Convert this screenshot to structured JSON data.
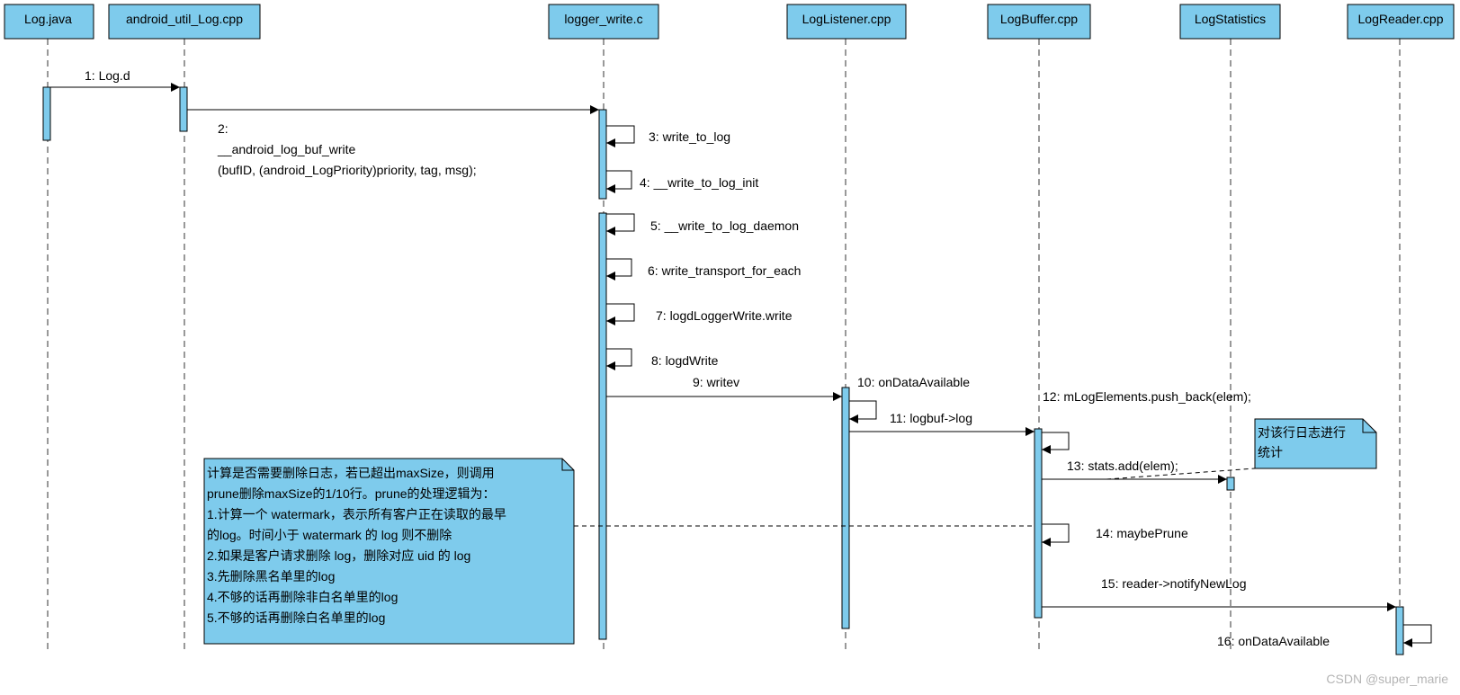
{
  "participants": [
    {
      "id": "log_java",
      "label": "Log.java"
    },
    {
      "id": "android_util_log",
      "label": "android_util_Log.cpp"
    },
    {
      "id": "logger_write",
      "label": "logger_write.c"
    },
    {
      "id": "log_listener",
      "label": "LogListener.cpp"
    },
    {
      "id": "log_buffer",
      "label": "LogBuffer.cpp"
    },
    {
      "id": "log_statistics",
      "label": "LogStatistics"
    },
    {
      "id": "log_reader",
      "label": "LogReader.cpp"
    }
  ],
  "messages": [
    {
      "id": "m1",
      "lines": [
        "1: Log.d"
      ]
    },
    {
      "id": "m2",
      "lines": [
        "2:",
        "__android_log_buf_write",
        "(bufID, (android_LogPriority)priority, tag, msg);"
      ]
    },
    {
      "id": "m3",
      "lines": [
        "3: write_to_log"
      ]
    },
    {
      "id": "m4",
      "lines": [
        "4: __write_to_log_init"
      ]
    },
    {
      "id": "m5",
      "lines": [
        "5: __write_to_log_daemon"
      ]
    },
    {
      "id": "m6",
      "lines": [
        "6: write_transport_for_each"
      ]
    },
    {
      "id": "m7",
      "lines": [
        "7: logdLoggerWrite.write"
      ]
    },
    {
      "id": "m8",
      "lines": [
        "8: logdWrite"
      ]
    },
    {
      "id": "m9",
      "lines": [
        "9: writev"
      ]
    },
    {
      "id": "m10",
      "lines": [
        "10: onDataAvailable"
      ]
    },
    {
      "id": "m11",
      "lines": [
        "11: logbuf->log"
      ]
    },
    {
      "id": "m12",
      "lines": [
        "12: mLogElements.push_back(elem);"
      ]
    },
    {
      "id": "m13",
      "lines": [
        "13: stats.add(elem);"
      ]
    },
    {
      "id": "m14",
      "lines": [
        "14: maybePrune"
      ]
    },
    {
      "id": "m15",
      "lines": [
        "15:  reader->notifyNewLog"
      ]
    },
    {
      "id": "m16",
      "lines": [
        "16: onDataAvailable"
      ]
    }
  ],
  "notes": [
    {
      "id": "prune_note",
      "lines": [
        "计算是否需要删除日志，若已超出maxSize，则调用",
        "prune删除maxSize的1/10行。prune的处理逻辑为：",
        "1.计算一个 watermark，表示所有客户正在读取的最早",
        "的log。时间小于 watermark 的 log 则不删除",
        "2.如果是客户请求删除 log，删除对应 uid 的 log",
        "3.先删除黑名单里的log",
        "4.不够的话再删除非白名单里的log",
        "5.不够的话再删除白名单里的log"
      ]
    },
    {
      "id": "stats_note",
      "lines": [
        "对该行日志进行",
        "统计"
      ]
    }
  ],
  "watermark": "CSDN @super_marie",
  "colors": {
    "fill": "#7ecbec",
    "line": "#000000",
    "watermark": "#b5b5b5"
  }
}
